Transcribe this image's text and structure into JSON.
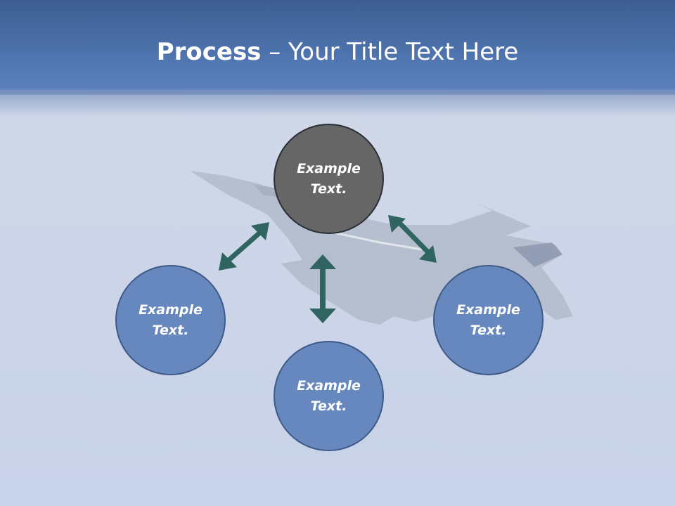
{
  "title": {
    "bold": "Process",
    "rest": " – Your Title Text Here"
  },
  "nodes": {
    "top": {
      "line1": "Example",
      "line2": "Text."
    },
    "left": {
      "line1": "Example",
      "line2": "Text."
    },
    "bottom": {
      "line1": "Example",
      "line2": "Text."
    },
    "right": {
      "line1": "Example",
      "line2": "Text."
    }
  },
  "colors": {
    "header": "#4f74ae",
    "center_node": "#666666",
    "outer_node": "#6688bf",
    "arrow": "#2f6461"
  }
}
